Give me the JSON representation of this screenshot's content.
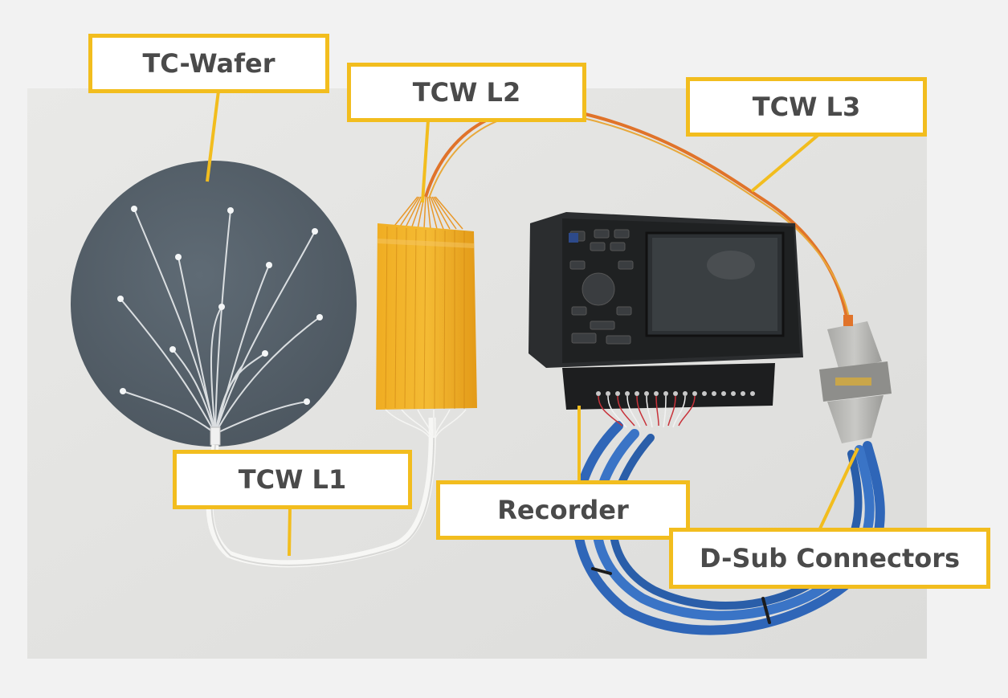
{
  "labels": {
    "tc_wafer": "TC-Wafer",
    "tcw_l2": "TCW L2",
    "tcw_l3": "TCW L3",
    "tcw_l1": "TCW L1",
    "recorder": "Recorder",
    "dsub": "D-Sub Connectors"
  },
  "colors": {
    "callout_border": "#f2bd1e",
    "callout_text": "#4a4a4a",
    "board_background": "#e4e4e2",
    "wafer": "#56626c",
    "kapton": "#e9a21c",
    "cable_blue": "#2f66b8"
  }
}
